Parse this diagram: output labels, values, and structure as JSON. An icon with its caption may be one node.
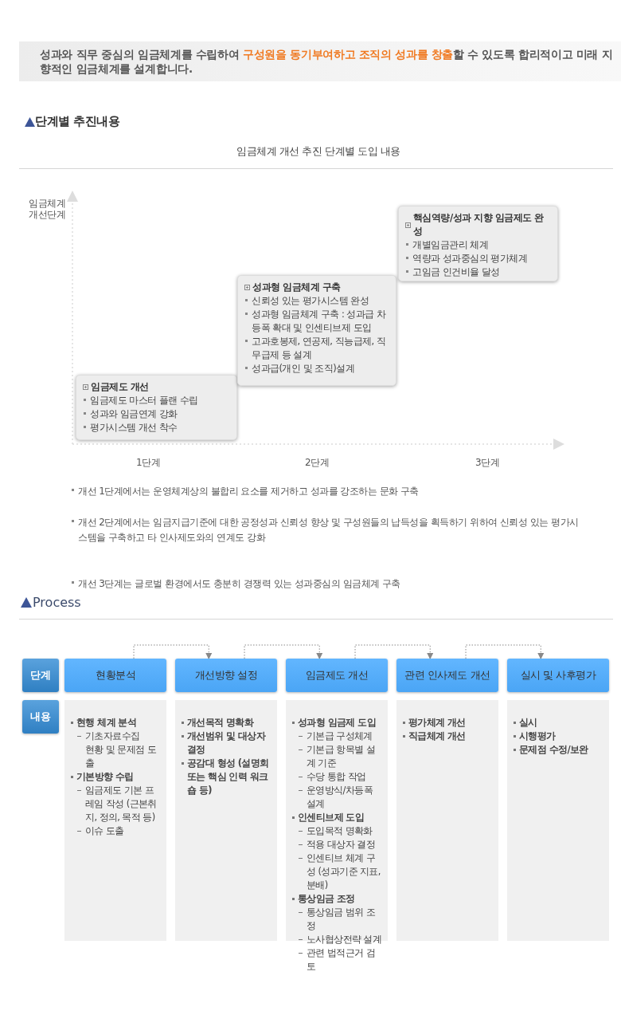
{
  "diagram": {
    "nodes": [
      {
        "text": [
          "성과와 직무 중심의 임금체계를 수립하여 ",
          "구성원을 동기부여하고 조직의 성과를 창출",
          "할 수 있도록 합리적이고 미래 지향적인 임금체계를 설계합니다."
        ]
      },
      {
        "text": [
          "임금제도 개선",
          "임금제도 마스터 플랜 수립",
          "성과와 임금연계 강화",
          "평가시스템 개선 착수"
        ]
      },
      {
        "text": [
          "성과형 임금체계 구축",
          "신뢰성 있는 평가시스템 완성",
          "성과형 임금체계 구축 : 성과급 차등폭 확대 및 인센티브제 도입",
          "고과호봉제, 연공제, 직능급제, 직무급제 등 설계",
          "성과급(개인 및 조직)설계"
        ]
      },
      {
        "text": [
          "핵심역량/성과 지향 임금제도 완성",
          "개별임금관리 체계",
          "역량과 성과중심의 평가체계",
          "고임금 인건비율 달성"
        ]
      },
      {
        "text": [
          "단계"
        ]
      },
      {
        "text": [
          "현황분석"
        ]
      },
      {
        "text": [
          "개선방향 설정"
        ]
      },
      {
        "text": [
          "임금제도 개선"
        ]
      },
      {
        "text": [
          "관련 인사제도 개선"
        ]
      },
      {
        "text": [
          "실시 및 사후평가"
        ]
      },
      {
        "text": [
          "내용"
        ]
      },
      {
        "text": [
          "현행 체계 분석",
          "기초자료수집",
          "현황 및 문제점 도출",
          "기본방향 수립",
          "임금제도 기본 프레임 작성 (근본취지, 정의, 목적 등)",
          "이슈 도출"
        ]
      },
      {
        "text": [
          "개선목적 명확화",
          "개선범위 및 대상자 결정",
          "공감대 형성 (설명회 또는 핵심 인력 워크숍 등)"
        ]
      },
      {
        "text": [
          "성과형 임금제 도입",
          "기본급 구성체계",
          "기본급 항목별 설계 기준",
          "수당 통합 작업",
          "운영방식/차등폭 설계",
          "인센티브제 도입",
          "도입목적 명확화",
          "적용 대상자 결정",
          "인센티브 체계 구성 (성과기준 지표, 분배)",
          "통상임금 조정",
          "통상임금 범위 조정",
          "노사협상전략 설계",
          "관련 법적근거 검토"
        ]
      },
      {
        "text": [
          "평가체계 개선",
          "직급체계 개선"
        ]
      },
      {
        "text": [
          "실시",
          "시행평가",
          "문제점 수정/보완"
        ]
      }
    ],
    "edges": [
      {
        "from": 5,
        "to": 6,
        "arrow": "to",
        "style": "dashed"
      },
      {
        "from": 6,
        "to": 7,
        "arrow": "to",
        "style": "dashed"
      },
      {
        "from": 7,
        "to": 8,
        "arrow": "to",
        "style": "dashed"
      },
      {
        "from": 8,
        "to": 9,
        "arrow": "to",
        "style": "dashed"
      }
    ],
    "labels": [
      "단계별 추진내용",
      "임금체계 개선 추진 단계별 도입 내용",
      "임금체계 개선단계",
      "1단계",
      "2단계",
      "3단계",
      "개선 1단계에서는 운영체계상의 불합리 요소를 제거하고 성과를 강조하는 문화 구축",
      "개선 2단계에서는 임금지급기준에 대한 공정성과 신뢰성 향상 및 구성원들의 납득성을 획득하기 위하여 신뢰성 있는 평가시스템을 구축하고 타 인사제도와의 연계도 강화",
      "개선 3단계는 글로벌 환경에서도 충분히 경쟁력 있는 성과중심의 임금체계 구축",
      "Process"
    ]
  }
}
